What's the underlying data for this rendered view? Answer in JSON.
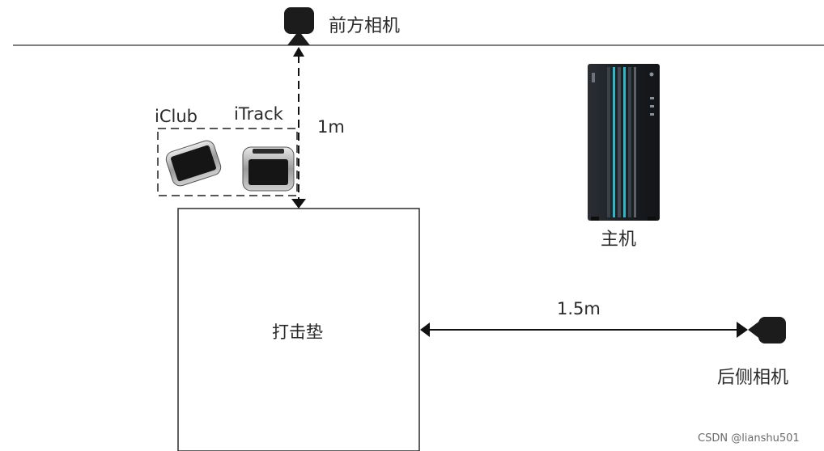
{
  "labels": {
    "front_camera": "前方相机",
    "iclub": "iClub",
    "itrack": "iTrack",
    "distance_front": "1m",
    "host": "主机",
    "hitting_mat": "打击垫",
    "distance_side": "1.5m",
    "rear_camera": "后侧相机"
  },
  "watermark": "CSDN @lianshu501",
  "colors": {
    "line": "#7f7f7f",
    "arrow": "#111111",
    "pc_body": "#1b1e22",
    "pc_accent": "#2fb6c9",
    "camera": "#1c1c1c"
  },
  "icons": [
    "camera-icon",
    "sensor-device-icon",
    "desktop-tower-icon"
  ]
}
